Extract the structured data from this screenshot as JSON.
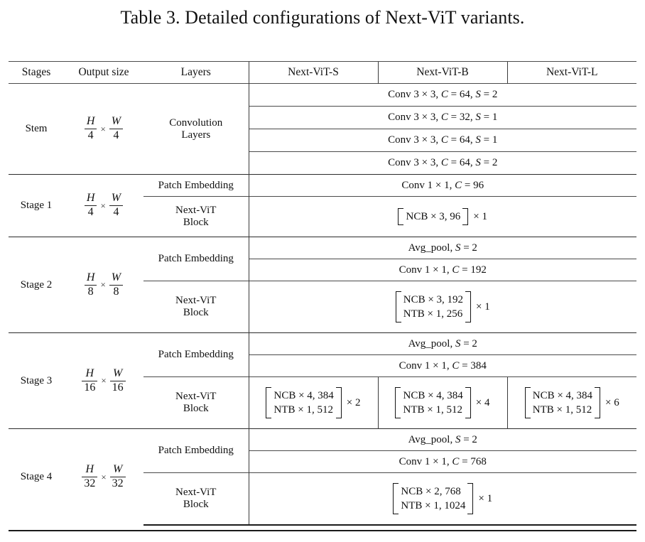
{
  "caption": "Table 3. Detailed configurations of Next-ViT variants.",
  "table": {
    "columns": [
      "Stages",
      "Output size",
      "Layers",
      "Next-ViT-S",
      "Next-ViT-B",
      "Next-ViT-L"
    ],
    "stages": [
      {
        "name": "Stem",
        "output_size": {
          "num": "H",
          "den": "4",
          "num2": "W",
          "den2": "4",
          "text": "H/4 x W/4"
        },
        "layer_label_line1": "Convolution",
        "layer_label_line2": "Layers",
        "rows": [
          {
            "shared": true,
            "text": "Conv 3 × 3, C = 64, S = 2",
            "kernel": "3 × 3",
            "C": "64",
            "S": "2"
          },
          {
            "shared": true,
            "text": "Conv 3 × 3, C = 32, S = 1",
            "kernel": "3 × 3",
            "C": "32",
            "S": "1"
          },
          {
            "shared": true,
            "text": "Conv 3 × 3, C = 64, S = 1",
            "kernel": "3 × 3",
            "C": "64",
            "S": "1"
          },
          {
            "shared": true,
            "text": "Conv 3 × 3, C = 64, S = 2",
            "kernel": "3 × 3",
            "C": "64",
            "S": "2"
          }
        ]
      },
      {
        "name": "Stage 1",
        "output_size": {
          "num": "H",
          "den": "4",
          "num2": "W",
          "den2": "4",
          "text": "H/4 x W/4"
        },
        "patch_embedding_label": "Patch Embedding",
        "block_label_line1": "Next-ViT",
        "block_label_line2": "Block",
        "patch_rows": [
          {
            "shared": true,
            "text": "Conv 1 × 1, C = 96",
            "kernel": "1 × 1",
            "C": "96"
          }
        ],
        "block": {
          "shared": true,
          "rows": [
            "NCB × 3, 96"
          ],
          "mult": "× 1",
          "text": "[NCB × 3, 96] × 1"
        }
      },
      {
        "name": "Stage 2",
        "output_size": {
          "num": "H",
          "den": "8",
          "num2": "W",
          "den2": "8",
          "text": "H/8 x W/8"
        },
        "patch_embedding_label": "Patch Embedding",
        "block_label_line1": "Next-ViT",
        "block_label_line2": "Block",
        "patch_rows": [
          {
            "shared": true,
            "text": "Avg_pool, S = 2",
            "pool": "Avg_pool",
            "S": "2"
          },
          {
            "shared": true,
            "text": "Conv 1 × 1, C = 192",
            "kernel": "1 × 1",
            "C": "192"
          }
        ],
        "block": {
          "shared": true,
          "rows": [
            "NCB × 3, 192",
            "NTB × 1, 256"
          ],
          "mult": "× 1",
          "text": "[NCB × 3, 192 ; NTB × 1, 256] × 1"
        }
      },
      {
        "name": "Stage 3",
        "output_size": {
          "num": "H",
          "den": "16",
          "num2": "W",
          "den2": "16",
          "text": "H/16 x W/16"
        },
        "patch_embedding_label": "Patch Embedding",
        "block_label_line1": "Next-ViT",
        "block_label_line2": "Block",
        "patch_rows": [
          {
            "shared": true,
            "text": "Avg_pool, S = 2",
            "pool": "Avg_pool",
            "S": "2"
          },
          {
            "shared": true,
            "text": "Conv 1 × 1, C = 384",
            "kernel": "1 × 1",
            "C": "384"
          }
        ],
        "block": {
          "shared": false,
          "variants": [
            {
              "variant": "Next-ViT-S",
              "rows": [
                "NCB × 4, 384",
                "NTB × 1, 512"
              ],
              "mult": "× 2"
            },
            {
              "variant": "Next-ViT-B",
              "rows": [
                "NCB × 4, 384",
                "NTB × 1, 512"
              ],
              "mult": "× 4"
            },
            {
              "variant": "Next-ViT-L",
              "rows": [
                "NCB × 4, 384",
                "NTB × 1, 512"
              ],
              "mult": "× 6"
            }
          ]
        }
      },
      {
        "name": "Stage 4",
        "output_size": {
          "num": "H",
          "den": "32",
          "num2": "W",
          "den2": "32",
          "text": "H/32 x W/32"
        },
        "patch_embedding_label": "Patch Embedding",
        "block_label_line1": "Next-ViT",
        "block_label_line2": "Block",
        "patch_rows": [
          {
            "shared": true,
            "text": "Avg_pool, S = 2",
            "pool": "Avg_pool",
            "S": "2"
          },
          {
            "shared": true,
            "text": "Conv 1 × 1, C = 768",
            "kernel": "1 × 1",
            "C": "768"
          }
        ],
        "block": {
          "shared": true,
          "rows": [
            "NCB × 2,  768",
            "NTB × 1, 1024"
          ],
          "mult": "× 1",
          "text": "[NCB × 2, 768 ; NTB × 1, 1024] × 1"
        }
      }
    ]
  },
  "glyphs": {
    "times": "×",
    "equals": "="
  },
  "colors": {
    "text": "#111111",
    "rule_heavy": "#1a1a1a",
    "rule_light": "#4a4a4a",
    "background": "#ffffff"
  }
}
